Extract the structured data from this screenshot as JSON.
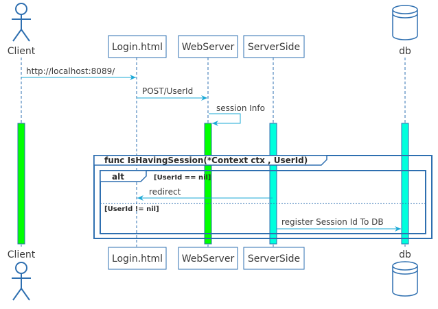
{
  "participants": {
    "client": "Client",
    "login": "Login.html",
    "webserver": "WebServer",
    "serverside": "ServerSide",
    "db": "db"
  },
  "messages": {
    "m1": "http://localhost:8089/",
    "m2": "POST/UserId",
    "m3": "session Info",
    "m4": "redirect",
    "m5": "register Session Id To DB"
  },
  "frames": {
    "outer_title": "func IsHavingSession(*Context  ctx , UserId)",
    "alt_title": "alt",
    "guard1": "[UserId == nil]",
    "guard2": "[UserId != nil]"
  },
  "colors": {
    "line": "#2e6fb0",
    "arrow": "#19a8d6",
    "activation_green": "#00ff00",
    "activation_cyan": "#00ffdd",
    "box_border": "#2e6fb0"
  }
}
